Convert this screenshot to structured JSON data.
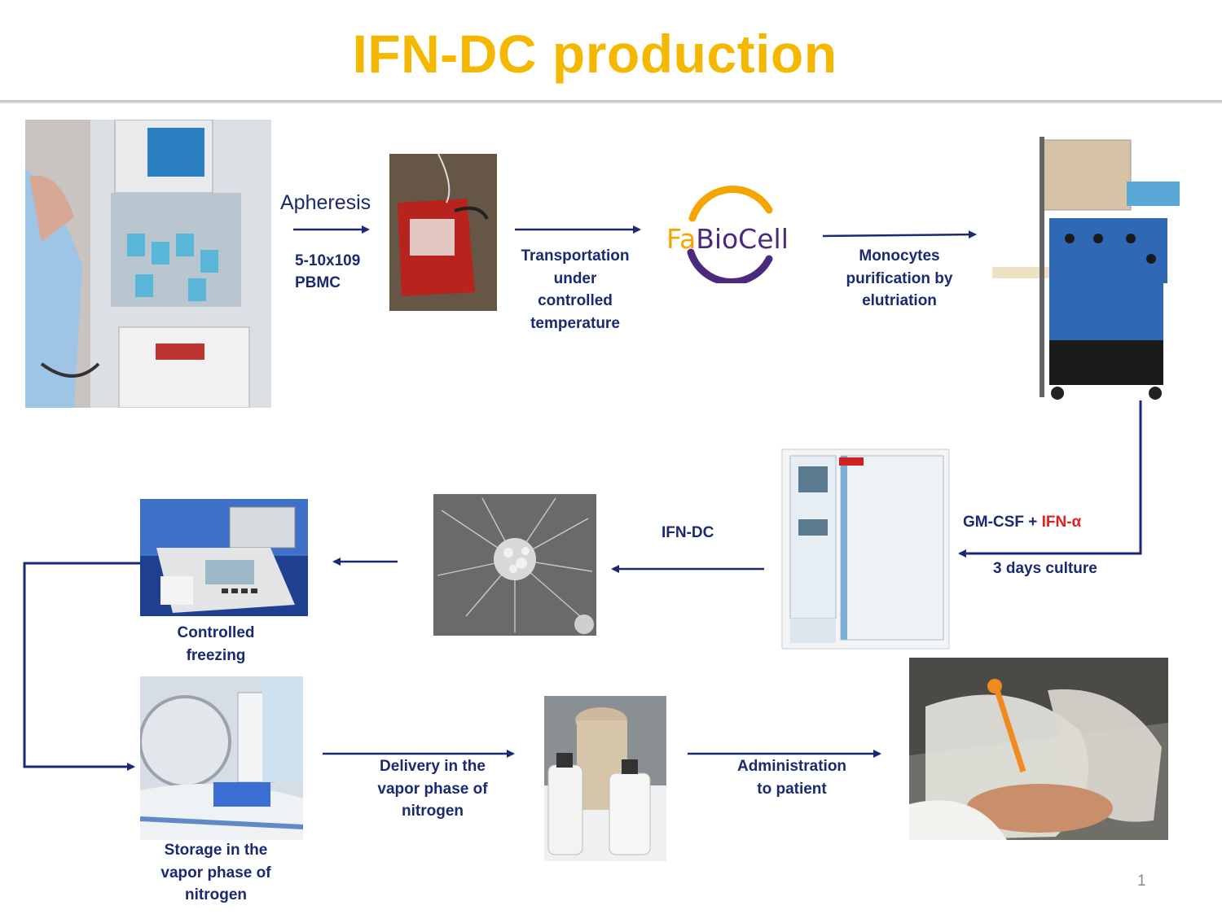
{
  "title": "IFN-DC production",
  "colors": {
    "title": "#f5b800",
    "label": "#1b2a70",
    "arrow": "#1b2a70",
    "accent": "#e02020"
  },
  "steps": {
    "apheresis": "Apheresis",
    "pbmc_count": "5-10x109",
    "pbmc": "PBMC",
    "transport": [
      "Transportation",
      "under",
      "controlled",
      "temperature"
    ],
    "monocytes": [
      "Monocytes",
      "purification by",
      "elutriation"
    ],
    "cytokines_a": "GM-CSF +",
    "cytokines_b": "IFN-α",
    "culture": "3 days culture",
    "ifn_dc": "IFN-DC",
    "freezing": [
      "Controlled",
      "freezing"
    ],
    "storage": [
      "Storage in the",
      "vapor phase of",
      "nitrogen"
    ],
    "delivery": [
      "Delivery in the",
      "vapor phase of",
      "nitrogen"
    ],
    "administration": [
      "Administration",
      "to patient"
    ]
  },
  "logo": {
    "prefix": "Fa",
    "suffix": "BioCell"
  },
  "page_number": "1"
}
